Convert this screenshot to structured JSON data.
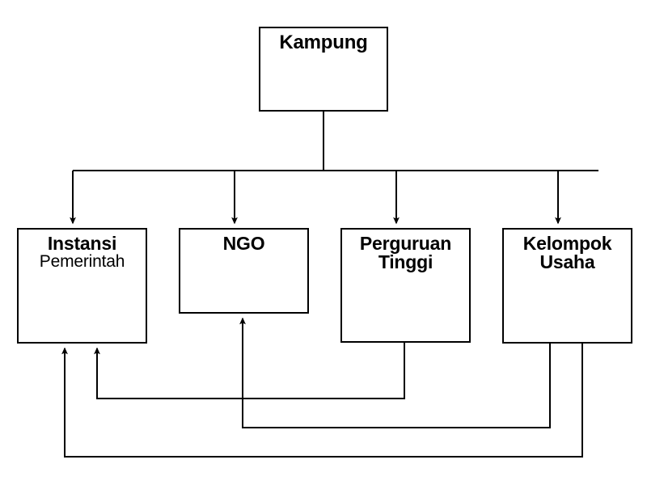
{
  "diagram": {
    "type": "organizational-flow-diagram",
    "title": "Kampung stakeholder relationship diagram",
    "background_color": "#FFFFFF",
    "line_color": "#000000",
    "text_color": "#000000",
    "root": {
      "id": "kampung",
      "label": "Kampung"
    },
    "nodes": [
      {
        "id": "instansi",
        "label_line1": "Instansi",
        "label_line2": "Pemerintah",
        "line1_weight": "bold",
        "line2_weight": "regular"
      },
      {
        "id": "ngo",
        "label_line1": "NGO",
        "label_line2": "",
        "line1_weight": "bold",
        "line2_weight": "bold"
      },
      {
        "id": "pt",
        "label_line1": "Perguruan",
        "label_line2": "Tinggi",
        "line1_weight": "bold",
        "line2_weight": "bold"
      },
      {
        "id": "ku",
        "label_line1": "Kelompok",
        "label_line2": "Usaha",
        "line1_weight": "bold",
        "line2_weight": "bold"
      }
    ],
    "edges": [
      {
        "from": "kampung",
        "to": "instansi",
        "style": "orthogonal-top-down",
        "arrow": "to"
      },
      {
        "from": "kampung",
        "to": "ngo",
        "style": "orthogonal-top-down",
        "arrow": "to"
      },
      {
        "from": "kampung",
        "to": "pt",
        "style": "orthogonal-top-down",
        "arrow": "to"
      },
      {
        "from": "kampung",
        "to": "ku",
        "style": "orthogonal-top-down",
        "arrow": "to"
      },
      {
        "from": "pt",
        "to": "instansi",
        "style": "orthogonal-bottom-loop",
        "arrow": "to"
      },
      {
        "from": "ku",
        "to": "ngo",
        "style": "orthogonal-bottom-loop",
        "arrow": "to"
      },
      {
        "from": "ku",
        "to": "instansi",
        "style": "orthogonal-bottom-loop",
        "arrow": "to"
      }
    ]
  }
}
